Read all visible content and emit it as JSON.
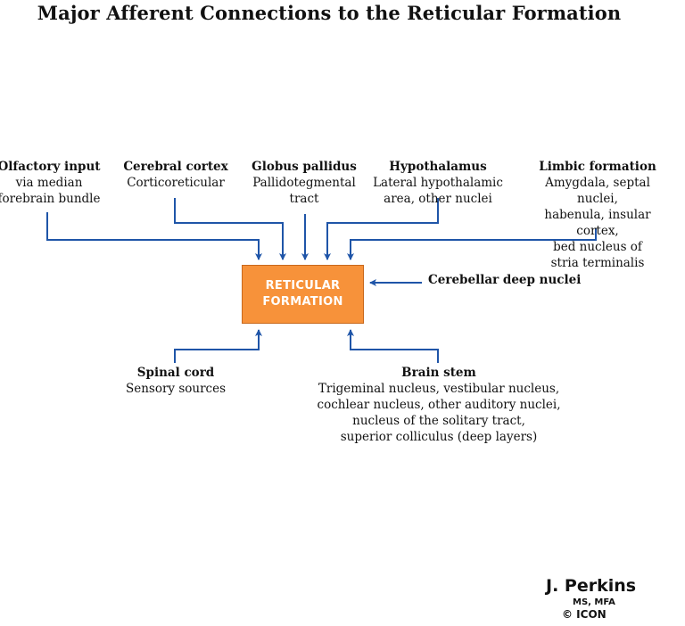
{
  "title": "Major Afferent Connections to the Reticular Formation",
  "center": {
    "label": "RETICULAR\nFORMATION",
    "fill_color": "#f7923a",
    "text_color": "#ffffff"
  },
  "arrow_color": "#1f55a8",
  "inputs_top": [
    {
      "heading": "Olfactory input",
      "text": "via median\nforebrain bundle"
    },
    {
      "heading": "Cerebral cortex",
      "text": "Corticoreticular"
    },
    {
      "heading": "Globus pallidus",
      "text": "Pallidotegmental\ntract"
    },
    {
      "heading": "Hypothalamus",
      "text": "Lateral hypothalamic\narea, other nuclei"
    },
    {
      "heading": "Limbic formation",
      "text": "Amygdala, septal nuclei,\nhabenula, insular cortex,\nbed nucleus of stria terminalis"
    }
  ],
  "input_right": {
    "heading": "Cerebellar deep nuclei"
  },
  "inputs_bottom": [
    {
      "heading": "Spinal cord",
      "text": "Sensory sources"
    },
    {
      "heading": "Brain stem",
      "text": "Trigeminal nucleus, vestibular nucleus,\ncochlear nucleus, other auditory nuclei,\nnucleus of the solitary tract,\nsuperior colliculus (deep layers)"
    }
  ],
  "signature": {
    "name": "J. Perkins",
    "credentials": "MS, MFA",
    "logo": "© ICON"
  }
}
